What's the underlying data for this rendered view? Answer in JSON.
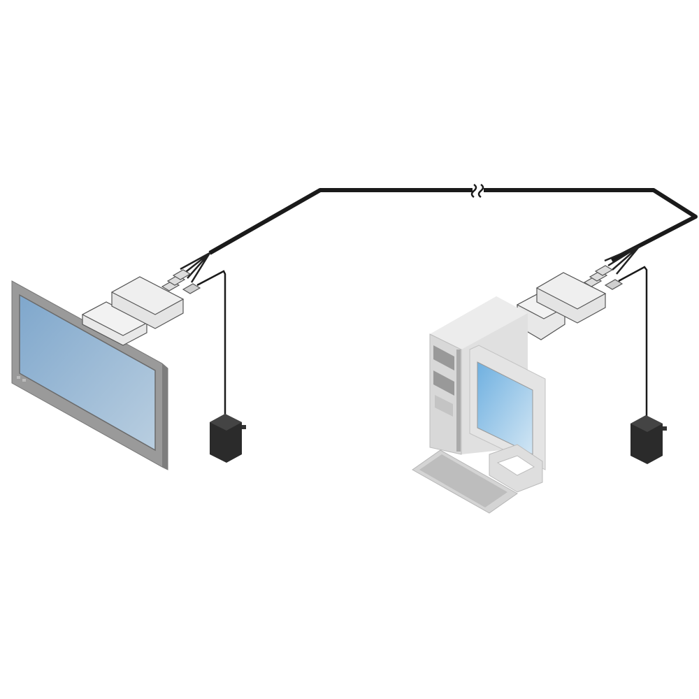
{
  "diagram": {
    "type": "extender-connection-illustration",
    "nodes": [
      {
        "id": "display",
        "kind": "flat-panel-display",
        "side": "left"
      },
      {
        "id": "receiver",
        "kind": "receiver-dongle",
        "side": "left"
      },
      {
        "id": "receiver-power",
        "kind": "power-adapter",
        "side": "left"
      },
      {
        "id": "transmitter",
        "kind": "transmitter-dongle",
        "side": "right"
      },
      {
        "id": "transmitter-power",
        "kind": "power-adapter",
        "side": "right"
      },
      {
        "id": "computer",
        "kind": "desktop-pc-with-monitor-and-keyboard",
        "side": "right"
      }
    ],
    "links": [
      {
        "from": "transmitter",
        "to": "receiver",
        "kind": "long-cable",
        "break_mark": true
      },
      {
        "from": "receiver-power",
        "to": "receiver",
        "kind": "power-cord"
      },
      {
        "from": "transmitter-power",
        "to": "transmitter",
        "kind": "power-cord"
      }
    ]
  },
  "colors": {
    "cable": "#1a1a1a",
    "screen": "#8fb3d4",
    "bezel": "#9a9a9a",
    "device": "#e4e4e4",
    "adapter": "#2a2a2a"
  }
}
